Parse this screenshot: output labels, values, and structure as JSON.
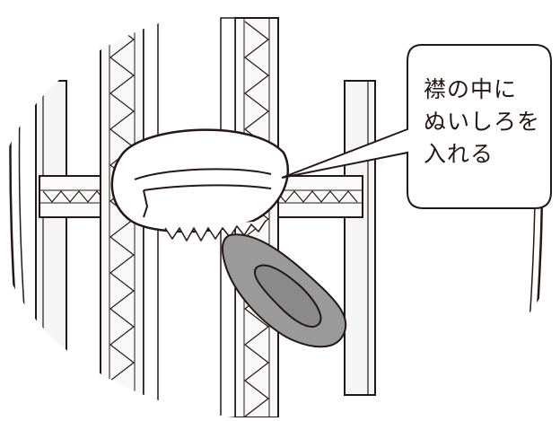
{
  "callout": {
    "text": "襟の中に\nぬいしろを\n入れる"
  },
  "icons": {
    "collar": "collar-ring",
    "iron": "iron-icon",
    "seam_tape": "zigzag-seam"
  },
  "colors": {
    "line": "#231815",
    "fabric": "#ffffff",
    "shadow": "#eeeeee",
    "iron": "#9a9a9a"
  }
}
